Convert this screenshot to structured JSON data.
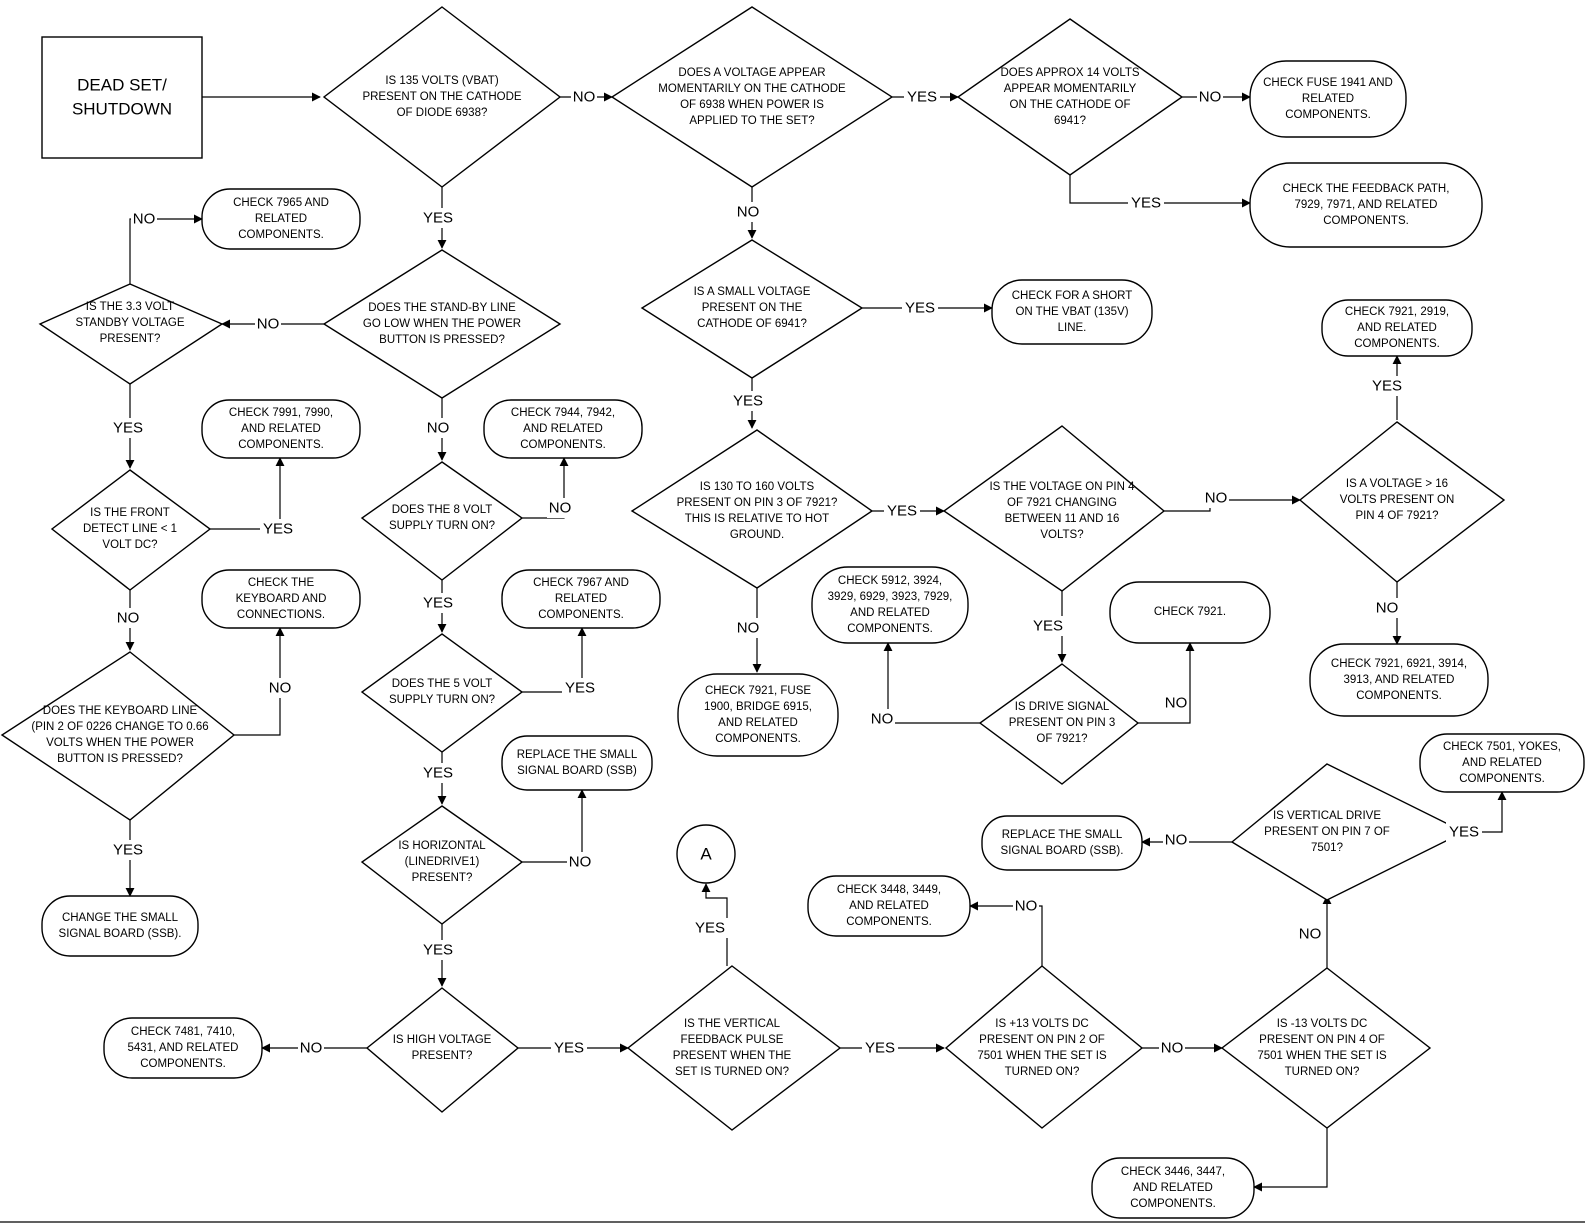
{
  "diagram": {
    "nodes": [
      {
        "id": "start",
        "lines": [
          "DEAD SET/",
          "SHUTDOWN"
        ]
      },
      {
        "id": "d_vbat",
        "lines": [
          "IS 135 VOLTS (VBAT)",
          "PRESENT ON THE CATHODE",
          "OF DIODE 6938?"
        ]
      },
      {
        "id": "d_moment",
        "lines": [
          "DOES A VOLTAGE APPEAR",
          "MOMENTARILY ON THE CATHODE",
          "OF 6938 WHEN POWER IS",
          "APPLIED TO THE SET?"
        ]
      },
      {
        "id": "d_14v",
        "lines": [
          "DOES APPROX 14 VOLTS",
          "APPEAR MOMENTARILY",
          "ON THE CATHODE OF",
          "6941?"
        ]
      },
      {
        "id": "b_fuse1941",
        "lines": [
          "CHECK FUSE 1941 AND",
          "RELATED",
          "COMPONENTS."
        ]
      },
      {
        "id": "b_feedback",
        "lines": [
          "CHECK THE FEEDBACK PATH,",
          "7929, 7971, AND RELATED",
          "COMPONENTS."
        ]
      },
      {
        "id": "b_7965",
        "lines": [
          "CHECK 7965 AND",
          "RELATED",
          "COMPONENTS."
        ]
      },
      {
        "id": "d_33v",
        "lines": [
          "IS THE 3.3 VOLT",
          "STANDBY VOLTAGE",
          "PRESENT?"
        ]
      },
      {
        "id": "d_standby",
        "lines": [
          "DOES THE STAND-BY LINE",
          "GO LOW WHEN THE POWER",
          "BUTTON IS PRESSED?"
        ]
      },
      {
        "id": "d_small",
        "lines": [
          "IS A SMALL VOLTAGE",
          "PRESENT ON THE",
          "CATHODE OF 6941?"
        ]
      },
      {
        "id": "b_short",
        "lines": [
          "CHECK FOR A SHORT",
          "ON THE VBAT (135V)",
          "LINE."
        ]
      },
      {
        "id": "b_7921_2919",
        "lines": [
          "CHECK 7921, 2919,",
          "AND RELATED",
          "COMPONENTS."
        ]
      },
      {
        "id": "b_7991",
        "lines": [
          "CHECK 7991, 7990,",
          "AND RELATED",
          "COMPONENTS."
        ]
      },
      {
        "id": "b_7944",
        "lines": [
          "CHECK 7944, 7942,",
          "AND RELATED",
          "COMPONENTS."
        ]
      },
      {
        "id": "d_front",
        "lines": [
          "IS THE FRONT",
          "DETECT LINE < 1",
          "VOLT DC?"
        ]
      },
      {
        "id": "d_8v",
        "lines": [
          "DOES THE 8 VOLT",
          "SUPPLY TURN ON?"
        ]
      },
      {
        "id": "d_130",
        "lines": [
          "IS 130 TO 160 VOLTS",
          "PRESENT ON PIN 3 OF 7921?",
          "THIS IS RELATIVE TO HOT",
          "GROUND."
        ]
      },
      {
        "id": "d_pin4",
        "lines": [
          "IS THE VOLTAGE ON PIN 4",
          "OF 7921 CHANGING",
          "BETWEEN 11 AND 16",
          "VOLTS?"
        ]
      },
      {
        "id": "d_16v",
        "lines": [
          "IS A VOLTAGE > 16",
          "VOLTS PRESENT ON",
          "PIN 4 OF 7921?"
        ]
      },
      {
        "id": "b_keyboard",
        "lines": [
          "CHECK THE",
          "KEYBOARD AND",
          "CONNECTIONS."
        ]
      },
      {
        "id": "b_7967",
        "lines": [
          "CHECK 7967 AND",
          "RELATED",
          "COMPONENTS."
        ]
      },
      {
        "id": "b_5912",
        "lines": [
          "CHECK 5912, 3924,",
          "3929, 6929, 3923, 7929,",
          "AND RELATED",
          "COMPONENTS."
        ]
      },
      {
        "id": "b_7921",
        "lines": [
          "CHECK 7921."
        ]
      },
      {
        "id": "b_7921_6921",
        "lines": [
          "CHECK 7921, 6921, 3914,",
          "3913, AND RELATED",
          "COMPONENTS."
        ]
      },
      {
        "id": "d_5v",
        "lines": [
          "DOES THE 5 VOLT",
          "SUPPLY TURN ON?"
        ]
      },
      {
        "id": "d_keyline",
        "lines": [
          "DOES THE KEYBOARD LINE",
          "(PIN 2 OF 0226 CHANGE TO 0.66",
          "VOLTS WHEN THE POWER",
          "BUTTON IS PRESSED?"
        ]
      },
      {
        "id": "b_fuse1900",
        "lines": [
          "CHECK 7921, FUSE",
          "1900, BRIDGE 6915,",
          "AND RELATED",
          "COMPONENTS."
        ]
      },
      {
        "id": "d_drive",
        "lines": [
          "IS DRIVE SIGNAL",
          "PRESENT ON PIN 3",
          "OF 7921?"
        ]
      },
      {
        "id": "b_ssb1",
        "lines": [
          "REPLACE THE SMALL",
          "SIGNAL BOARD (SSB)"
        ]
      },
      {
        "id": "b_7501",
        "lines": [
          "CHECK 7501, YOKES,",
          "AND RELATED",
          "COMPONENTS."
        ]
      },
      {
        "id": "d_vdrive",
        "lines": [
          "IS VERTICAL DRIVE",
          "PRESENT ON PIN 7 OF",
          "7501?"
        ]
      },
      {
        "id": "b_ssb2",
        "lines": [
          "REPLACE THE SMALL",
          "SIGNAL BOARD (SSB)."
        ]
      },
      {
        "id": "d_horiz",
        "lines": [
          "IS HORIZONTAL",
          "(LINEDRIVE1)",
          "PRESENT?"
        ]
      },
      {
        "id": "c_a",
        "lines": [
          "A"
        ]
      },
      {
        "id": "b_3448",
        "lines": [
          "CHECK 3448, 3449,",
          "AND RELATED",
          "COMPONENTS."
        ]
      },
      {
        "id": "b_change_ssb",
        "lines": [
          "CHANGE THE SMALL",
          "SIGNAL BOARD (SSB)."
        ]
      },
      {
        "id": "b_7481",
        "lines": [
          "CHECK 7481, 7410,",
          "5431, AND RELATED",
          "COMPONENTS."
        ]
      },
      {
        "id": "d_hv",
        "lines": [
          "IS HIGH VOLTAGE",
          "PRESENT?"
        ]
      },
      {
        "id": "d_vfb",
        "lines": [
          "IS THE VERTICAL",
          "FEEDBACK PULSE",
          "PRESENT WHEN THE",
          "SET IS TURNED ON?"
        ]
      },
      {
        "id": "d_p13",
        "lines": [
          "IS +13 VOLTS DC",
          "PRESENT ON PIN 2 OF",
          "7501 WHEN THE SET IS",
          "TURNED ON?"
        ]
      },
      {
        "id": "d_m13",
        "lines": [
          "IS -13 VOLTS DC",
          "PRESENT ON PIN 4 OF",
          "7501 WHEN THE SET IS",
          "TURNED ON?"
        ]
      },
      {
        "id": "b_3446",
        "lines": [
          "CHECK 3446, 3447,",
          "AND RELATED",
          "COMPONENTS."
        ]
      }
    ],
    "edge_labels": [
      "NO",
      "YES",
      "NO",
      "YES",
      "NO",
      "YES",
      "NO",
      "YES",
      "NO",
      "YES",
      "YES",
      "NO",
      "NO",
      "YES",
      "NO",
      "YES",
      "YES",
      "NO",
      "YES",
      "NO",
      "NO",
      "YES",
      "YES",
      "NO",
      "NO",
      "YES",
      "NO",
      "NO",
      "YES",
      "YES",
      "NO",
      "YES",
      "NO",
      "YES",
      "NO",
      "NO",
      "YES",
      "YES",
      "NO"
    ]
  }
}
